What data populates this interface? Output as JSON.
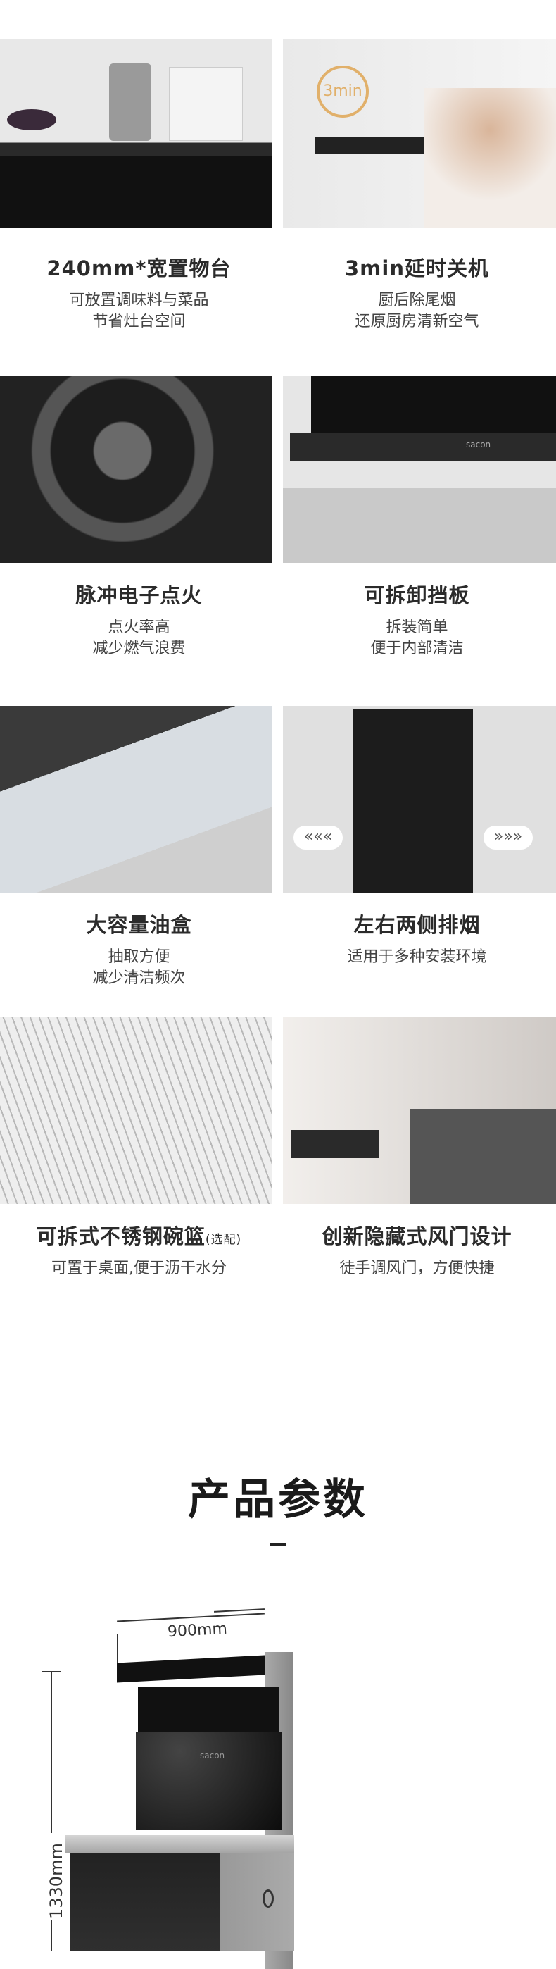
{
  "features": [
    {
      "title": "240mm*宽置物台",
      "note": "",
      "lines": [
        "可放置调味料与菜品",
        "节省灶台空间"
      ]
    },
    {
      "title": "3min延时关机",
      "note": "",
      "lines": [
        "厨后除尾烟",
        "还原厨房清新空气"
      ],
      "badge": "3min"
    },
    {
      "title": "脉冲电子点火",
      "note": "",
      "lines": [
        "点火率高",
        "减少燃气浪费"
      ]
    },
    {
      "title": "可拆卸挡板",
      "note": "",
      "lines": [
        "拆装简单",
        "便于内部清洁"
      ],
      "brand": "sacon"
    },
    {
      "title": "大容量油盒",
      "note": "",
      "lines": [
        "抽取方便",
        "减少清洁频次"
      ]
    },
    {
      "title": "左右两侧排烟",
      "note": "",
      "lines": [
        "适用于多种安装环境"
      ],
      "arrows_left": "«««",
      "arrows_right": "»»»"
    },
    {
      "title": "可拆式不锈钢碗篮",
      "note": "(选配)",
      "lines": [
        "可置于桌面,便于沥干水分"
      ]
    },
    {
      "title": "创新隐藏式风门设计",
      "note": "",
      "lines": [
        "徒手调风门，方便快捷"
      ]
    }
  ],
  "params": {
    "heading": "产品参数",
    "width_label": "900mm",
    "height_label": "1330mm",
    "brand": "sacon"
  }
}
